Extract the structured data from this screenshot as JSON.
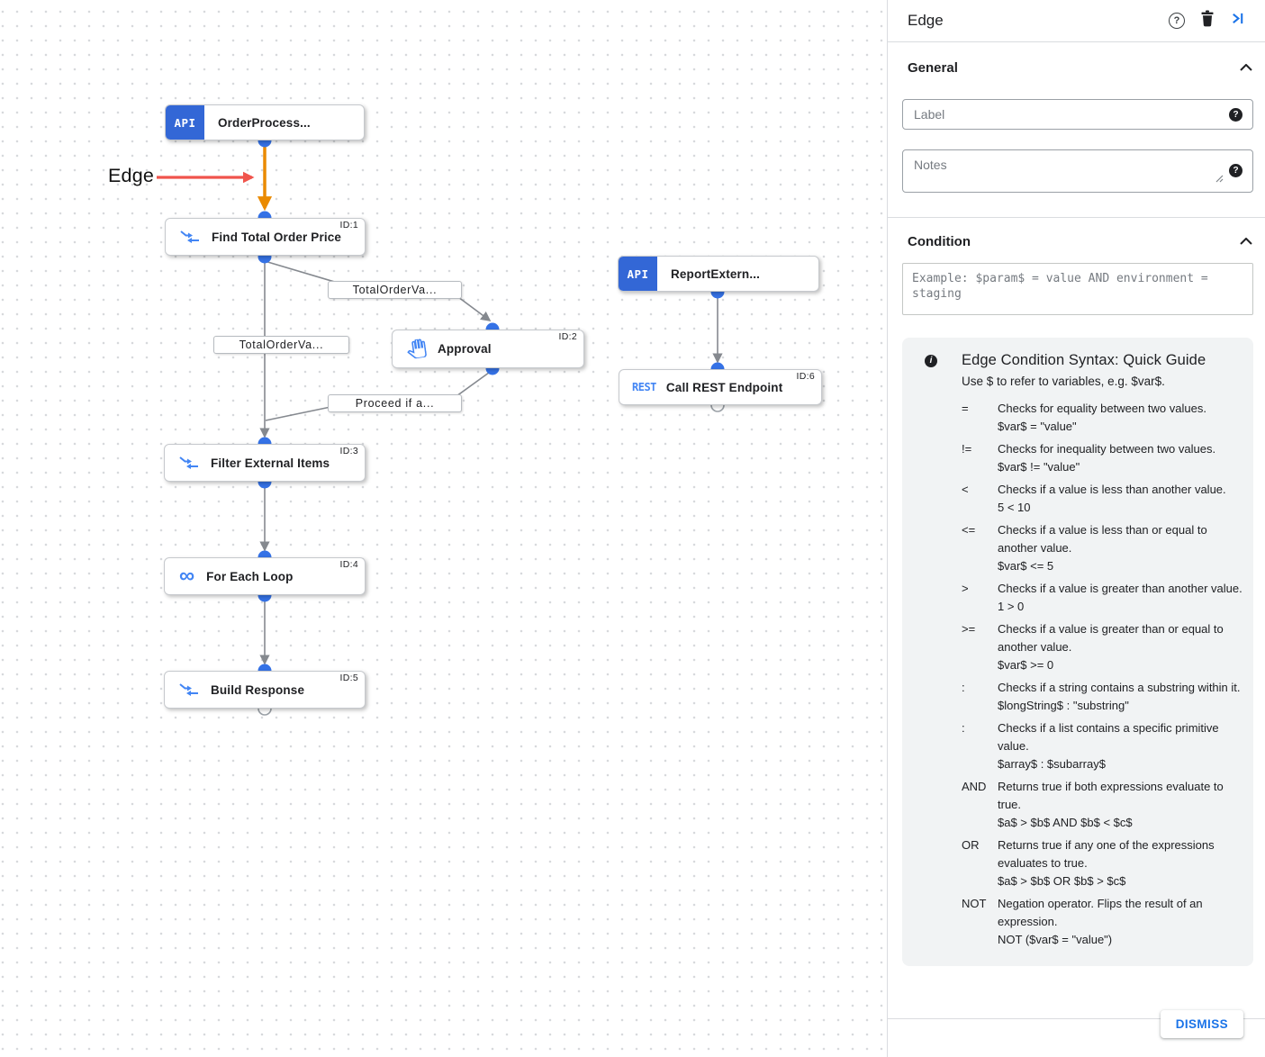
{
  "canvas": {
    "annotation_label": "Edge",
    "nodes": [
      {
        "badge": "API",
        "label": "OrderProcess...",
        "id": ""
      },
      {
        "label": "Find Total Order Price",
        "id": "ID:1"
      },
      {
        "label": "Approval",
        "id": "ID:2"
      },
      {
        "label": "Filter External Items",
        "id": "ID:3"
      },
      {
        "label": "For Each Loop",
        "id": "ID:4"
      },
      {
        "label": "Build Response",
        "id": "ID:5"
      },
      {
        "badge": "API",
        "label": "ReportExtern...",
        "id": ""
      },
      {
        "badge": "REST",
        "label": "Call REST Endpoint",
        "id": "ID:6"
      }
    ],
    "edge_labels": [
      {
        "text": "TotalOrderVa..."
      },
      {
        "text": "TotalOrderVa..."
      },
      {
        "text": "Proceed if a..."
      }
    ],
    "loop_glyph": "∞"
  },
  "panel": {
    "title": "Edge",
    "general": {
      "heading": "General",
      "label_placeholder": "Label",
      "notes_placeholder": "Notes",
      "help_glyph": "?"
    },
    "condition": {
      "heading": "Condition",
      "placeholder": "Example: $param$ = value AND environment = staging"
    },
    "guide": {
      "info_glyph": "i",
      "title": "Edge Condition Syntax: Quick Guide",
      "subtitle": "Use $ to refer to variables, e.g. $var$.",
      "rows": [
        {
          "op": "=",
          "desc": "Checks for equality between two values.",
          "example": "$var$ = \"value\""
        },
        {
          "op": "!=",
          "desc": "Checks for inequality between two values.",
          "example": "$var$ != \"value\""
        },
        {
          "op": "<",
          "desc": "Checks if a value is less than another value.",
          "example": "5 < 10"
        },
        {
          "op": "<=",
          "desc": "Checks if a value is less than or equal to another value.",
          "example": "$var$ <= 5"
        },
        {
          "op": ">",
          "desc": "Checks if a value is greater than another value.",
          "example": "1 > 0"
        },
        {
          "op": ">=",
          "desc": "Checks if a value is greater than or equal to another value.",
          "example": "$var$ >= 0"
        },
        {
          "op": ":",
          "desc": "Checks if a string contains a substring within it.",
          "example": "$longString$ : \"substring\""
        },
        {
          "op": ":",
          "desc": "Checks if a list contains a specific primitive value.",
          "example": "$array$ : $subarray$"
        },
        {
          "op": "AND",
          "desc": "Returns true if both expressions evaluate to true.",
          "example": "$a$ > $b$ AND $b$ < $c$"
        },
        {
          "op": "OR",
          "desc": "Returns true if any one of the expressions evaluates to true.",
          "example": "$a$ > $b$ OR $b$ > $c$"
        },
        {
          "op": "NOT",
          "desc": "Negation operator. Flips the result of an expression.",
          "example": "NOT ($var$ = \"value\")"
        }
      ]
    },
    "dismiss_label": "DISMISS"
  },
  "colors": {
    "accent_blue": "#1a73e8",
    "node_icon_blue": "#4285f4",
    "trigger_blue": "#3367d6",
    "port_blue": "#3572e6",
    "edge_orange": "#ea8a00",
    "edge_gray": "#85898f",
    "annotation_red": "#f0544c",
    "guide_bg": "#f1f3f4"
  }
}
